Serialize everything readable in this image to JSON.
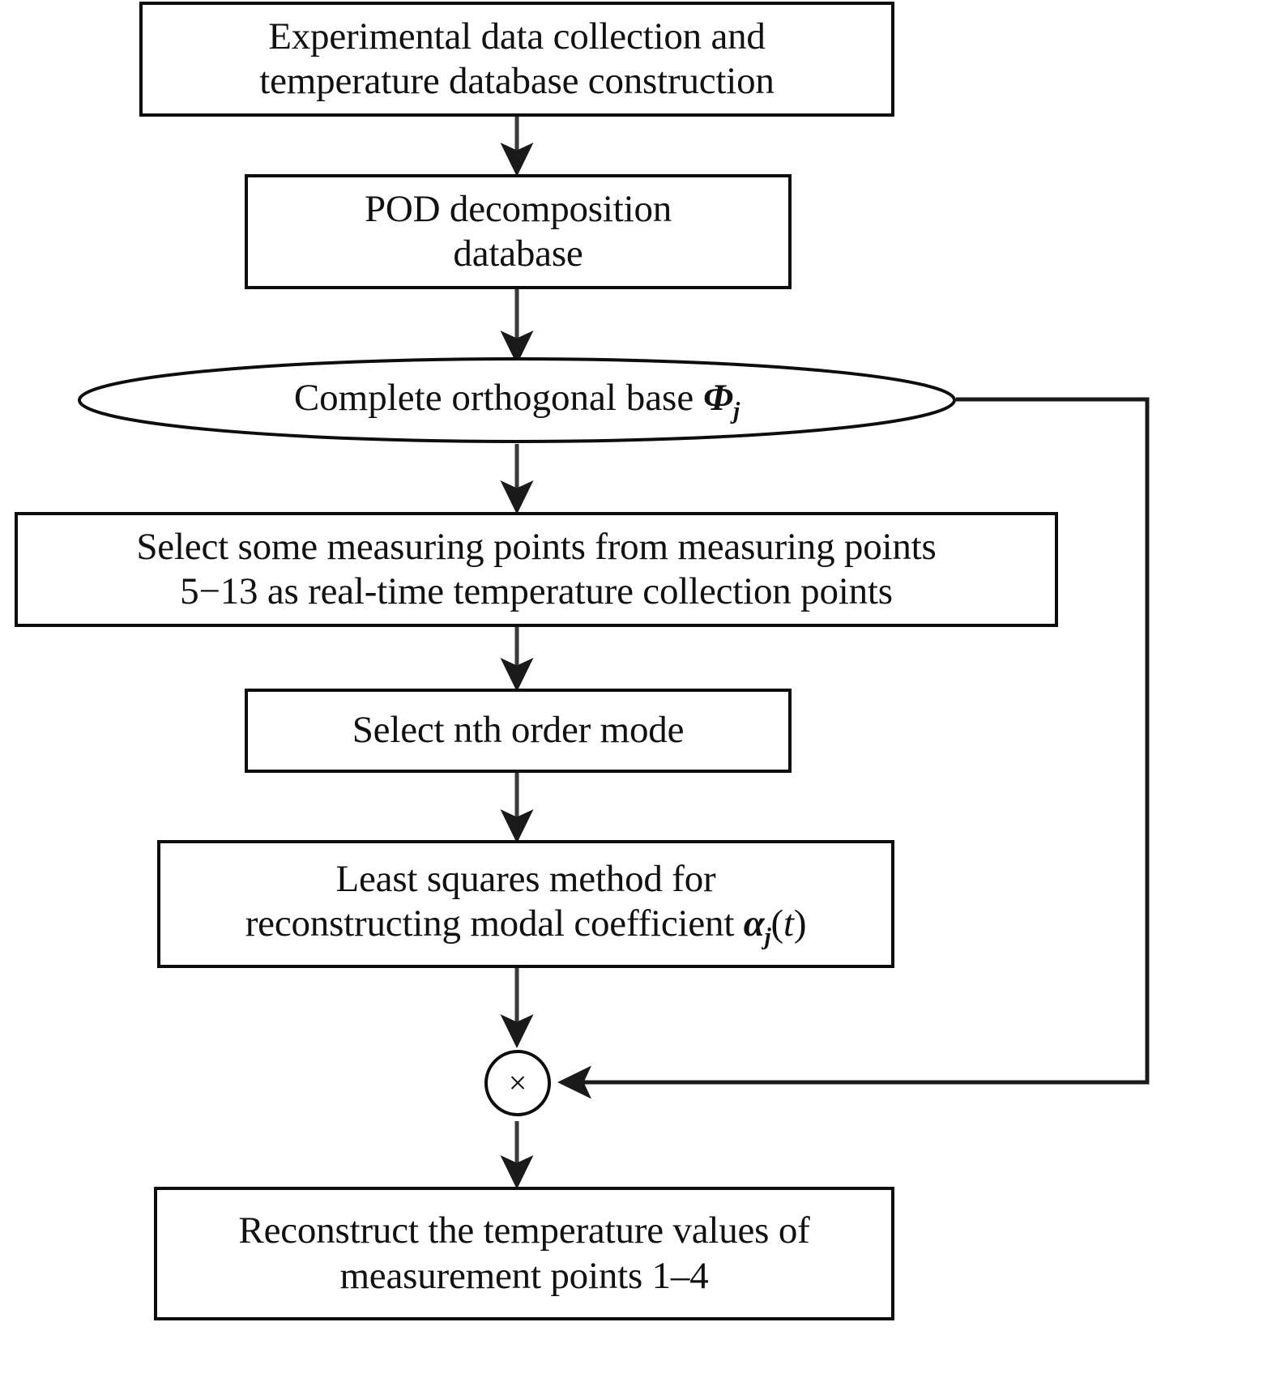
{
  "diagram": {
    "title": "POD-based temperature field reconstruction flowchart",
    "stroke_color": "#0d0d0d",
    "background": "#ffffff",
    "nodes": [
      {
        "id": "data-collection",
        "shape": "rectangle",
        "label": "Experimental data collection and\ntemperature database construction"
      },
      {
        "id": "pod-decomposition",
        "shape": "rectangle",
        "label": "POD decomposition\ndatabase"
      },
      {
        "id": "orthogonal-base",
        "shape": "ellipse",
        "label_prefix": "Complete orthogonal base ",
        "symbol": "Φ",
        "subscript": "j"
      },
      {
        "id": "select-points",
        "shape": "rectangle",
        "label": "Select some measuring points from measuring points\n5−13 as real-time temperature collection points"
      },
      {
        "id": "select-mode",
        "shape": "rectangle",
        "label": "Select nth order mode"
      },
      {
        "id": "least-squares",
        "shape": "rectangle",
        "line1": "Least squares method for",
        "line2_prefix": "reconstructing modal coefficient ",
        "symbol": "α",
        "subscript": "j",
        "line2_suffix_open": "(",
        "line2_var": "t",
        "line2_suffix_close": ")"
      },
      {
        "id": "multiply",
        "shape": "circle",
        "label": "×"
      },
      {
        "id": "reconstruct",
        "shape": "rectangle",
        "label": "Reconstruct the temperature values of\nmeasurement points 1–4"
      }
    ],
    "edges": [
      {
        "id": "e1",
        "from": "data-collection",
        "to": "pod-decomposition",
        "kind": "arrow-down"
      },
      {
        "id": "e2",
        "from": "pod-decomposition",
        "to": "orthogonal-base",
        "kind": "arrow-down"
      },
      {
        "id": "e3",
        "from": "orthogonal-base",
        "to": "select-points",
        "kind": "arrow-down"
      },
      {
        "id": "e4",
        "from": "select-points",
        "to": "select-mode",
        "kind": "arrow-down"
      },
      {
        "id": "e5",
        "from": "select-mode",
        "to": "least-squares",
        "kind": "arrow-down"
      },
      {
        "id": "e6",
        "from": "least-squares",
        "to": "multiply",
        "kind": "arrow-down"
      },
      {
        "id": "e7",
        "from": "orthogonal-base",
        "to": "multiply",
        "kind": "feedback-right-elbow"
      },
      {
        "id": "e8",
        "from": "multiply",
        "to": "reconstruct",
        "kind": "arrow-down"
      }
    ]
  }
}
